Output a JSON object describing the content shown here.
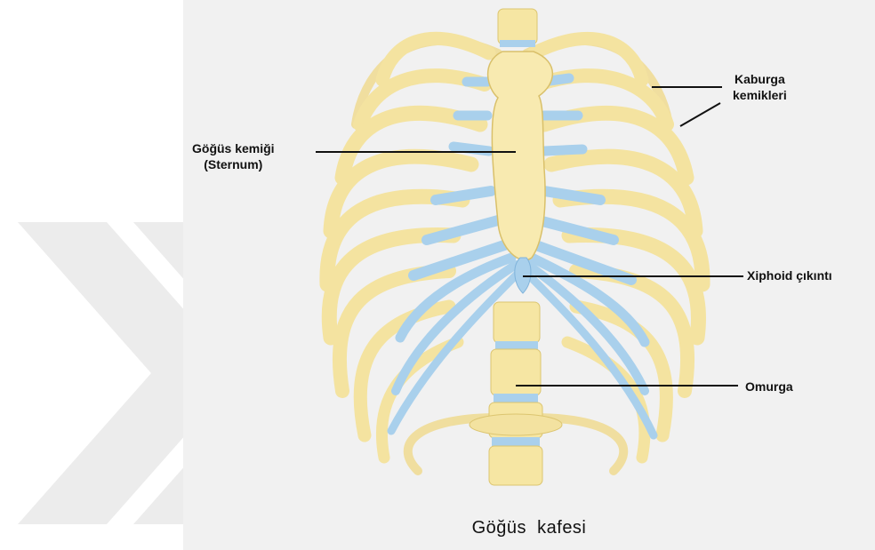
{
  "title": "Göğüs  kafesi",
  "labels": {
    "ribs": {
      "line1": "Kaburga",
      "line2": "kemikleri"
    },
    "sternum": {
      "line1": "Göğüs kemiği",
      "line2": "(Sternum)"
    },
    "xiphoid": "Xiphoid çıkıntı",
    "spine": "Omurga"
  },
  "colors": {
    "bone": "#f7e7a4",
    "bone_outline": "#d9c06a",
    "cartilage": "#a9d0ec",
    "cartilage_outline": "#7fb3db",
    "panel": "#f1f1f1",
    "watermark": "#eaeaea",
    "leader_line": "#111111"
  }
}
